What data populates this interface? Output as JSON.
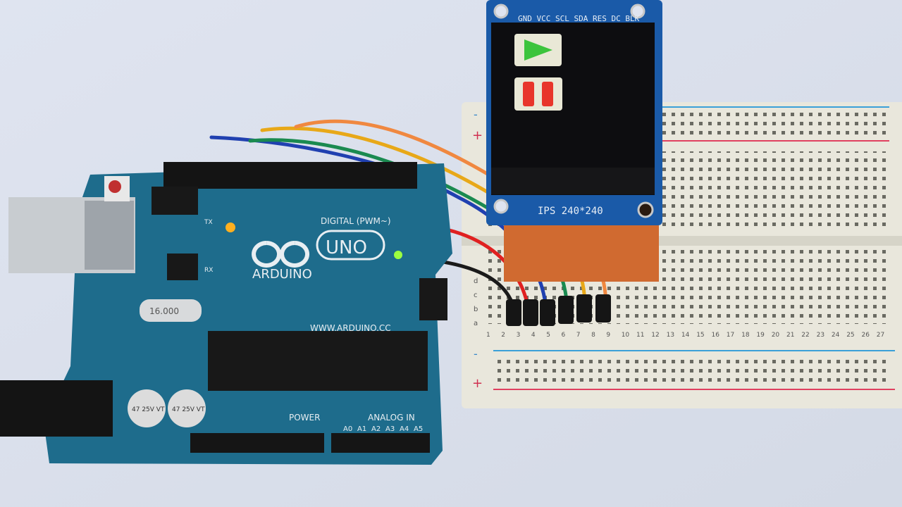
{
  "display_module": {
    "pin_labels": "GND VCC SCL SDA RES DC BLK",
    "model_label": "IPS 240*240",
    "screen_buttons": [
      {
        "icon": "play-icon",
        "color": "#3cc43c",
        "background": "#e9e8d6"
      },
      {
        "icon": "pause-icon",
        "color": "#e8352b",
        "background": "#e9e8d6"
      }
    ]
  },
  "arduino_board": {
    "brand": "ARDUINO",
    "model": "UNO",
    "digital_label": "DIGITAL (PWM~)",
    "website": "WWW.ARDUINO.CC",
    "power_label": "POWER",
    "analog_label": "ANALOG IN",
    "analog_pins": [
      "A0",
      "A1",
      "A2",
      "A3",
      "A4",
      "A5"
    ],
    "crystal_label": "16.000",
    "capacitor_label": "47 25V VT",
    "tx_label": "TX",
    "rx_label": "RX",
    "led_colors": {
      "L": "#ffb020",
      "ON": "#9cff40"
    },
    "board_color": "#1e6c8c"
  },
  "breadboard": {
    "row_letters": [
      "a",
      "b",
      "c",
      "d"
    ],
    "column_numbers": [
      "1",
      "2",
      "3",
      "4",
      "5",
      "6",
      "7",
      "8",
      "9",
      "10",
      "11",
      "12",
      "13",
      "14",
      "15",
      "16",
      "17",
      "18",
      "19",
      "20",
      "21",
      "22",
      "23",
      "24",
      "25",
      "26",
      "27"
    ],
    "rail_plus": "+",
    "rail_minus": "-"
  },
  "wires": [
    {
      "color": "#1a1a1a"
    },
    {
      "color": "#2040b0"
    },
    {
      "color": "#e02020"
    },
    {
      "color": "#1a8a50"
    },
    {
      "color": "#e8a818"
    },
    {
      "color": "#f08840"
    }
  ]
}
